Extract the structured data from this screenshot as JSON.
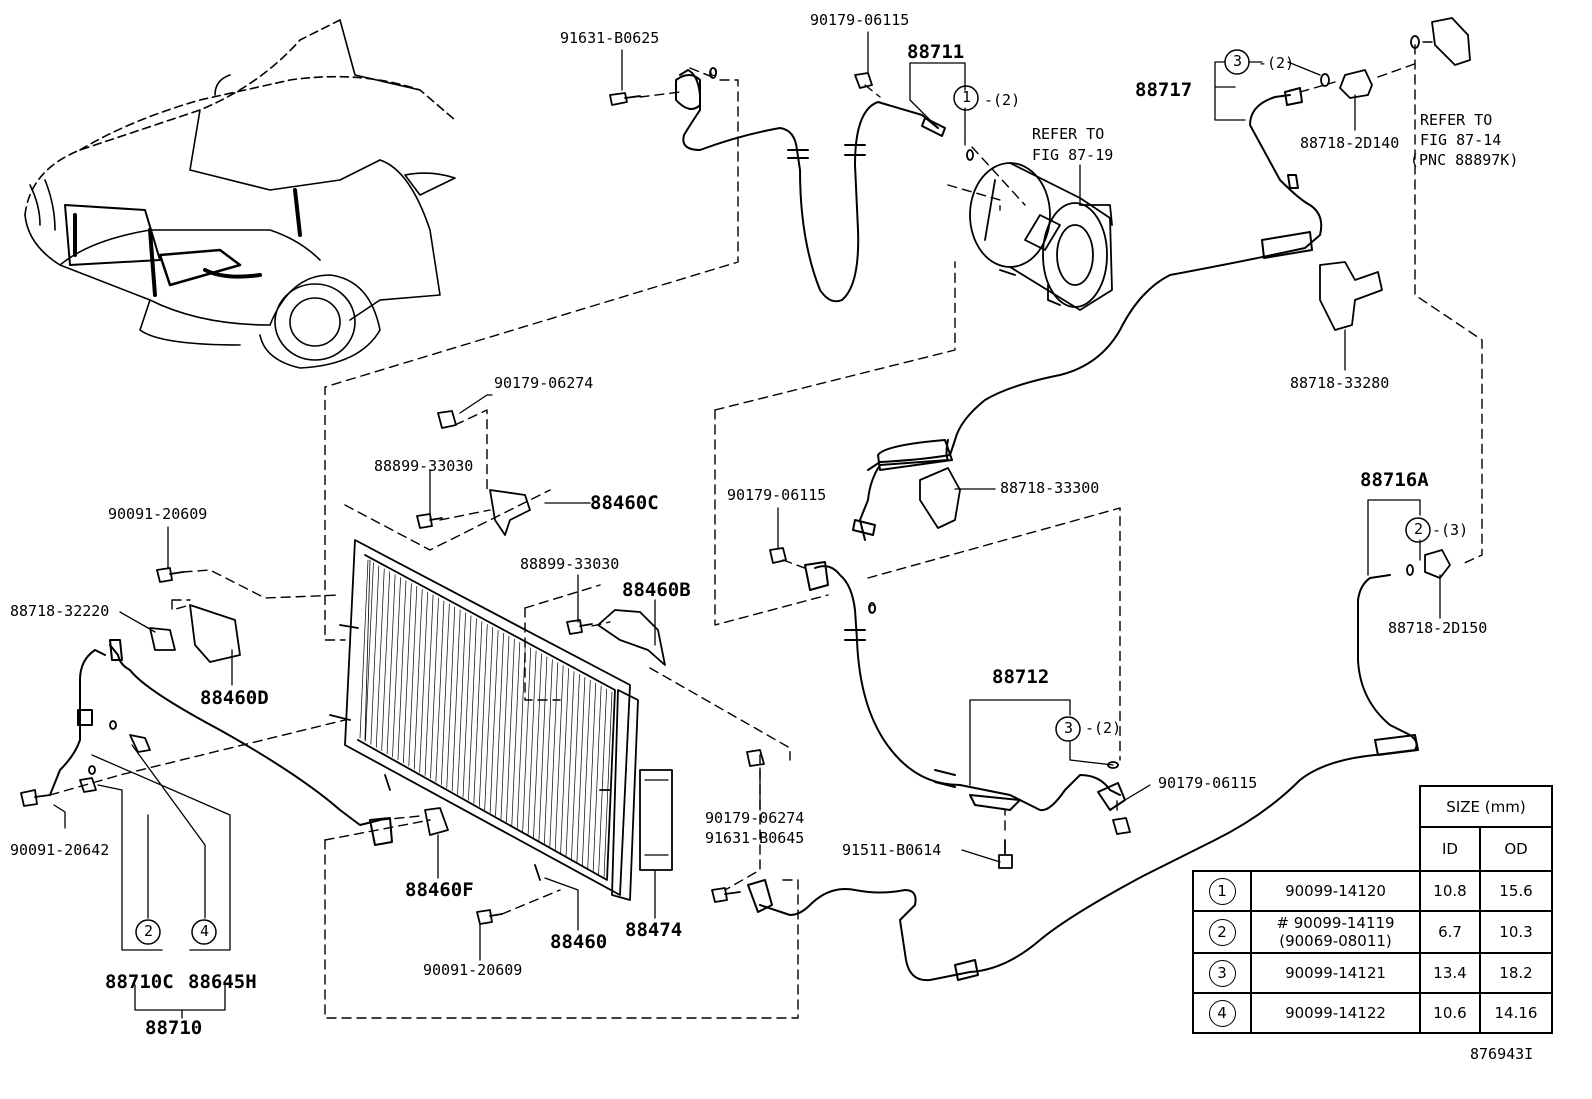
{
  "labels": {
    "p91631_B0625": "91631-B0625",
    "p90179_06115_top": "90179-06115",
    "p88711": "88711",
    "p88711_qty": "-(2)",
    "refer_87_19": "REFER TO",
    "refer_87_19b": "FIG 87-19",
    "p88717": "88717",
    "p88717_qty": "-(2)",
    "p88718_2D140": "88718-2D140",
    "refer_87_14": "REFER TO",
    "refer_87_14b": "FIG 87-14",
    "refer_87_14c": "(PNC 88897K)",
    "p88718_33280": "88718-33280",
    "p90179_06274_top": "90179-06274",
    "p88899_33030_a": "88899-33030",
    "p88460C": "88460C",
    "p90091_20609_left": "90091-20609",
    "p88718_32220": "88718-32220",
    "p88460D": "88460D",
    "p88899_33030_b": "88899-33030",
    "p88460B": "88460B",
    "p90179_06115_mid": "90179-06115",
    "p88718_33300": "88718-33300",
    "p88716A": "88716A",
    "p88716A_qty": "-(3)",
    "p88718_2D150": "88718-2D150",
    "p88712": "88712",
    "p88712_qty": "-(2)",
    "p90179_06115_right": "90179-06115",
    "p91511_B0614": "91511-B0614",
    "p90179_06274_bot": "90179-06274",
    "p91631_B0645": "91631-B0645",
    "p90091_20642": "90091-20642",
    "p88460F": "88460F",
    "p90091_20609_bot": "90091-20609",
    "p88460": "88460",
    "p88474": "88474",
    "p88710C": "88710C",
    "p88645H": "88645H",
    "p88710": "88710"
  },
  "callouts": {
    "c1": "1",
    "c2": "2",
    "c3": "3",
    "c4": "4",
    "c2b": "2",
    "c3b": "3",
    "c3c": "3",
    "c4b": "4"
  },
  "size_table": {
    "header": "SIZE (mm)",
    "col_id": "ID",
    "col_od": "OD",
    "rows": [
      {
        "num": "1",
        "part": "90099-14120",
        "id": "10.8",
        "od": "15.6"
      },
      {
        "num": "2",
        "part": "# 90099-14119",
        "part2": "(90069-08011)",
        "id": "6.7",
        "od": "10.3"
      },
      {
        "num": "3",
        "part": "90099-14121",
        "id": "13.4",
        "od": "18.2"
      },
      {
        "num": "4",
        "part": "90099-14122",
        "id": "10.6",
        "od": "14.16"
      }
    ]
  },
  "figure_number": "876943I"
}
